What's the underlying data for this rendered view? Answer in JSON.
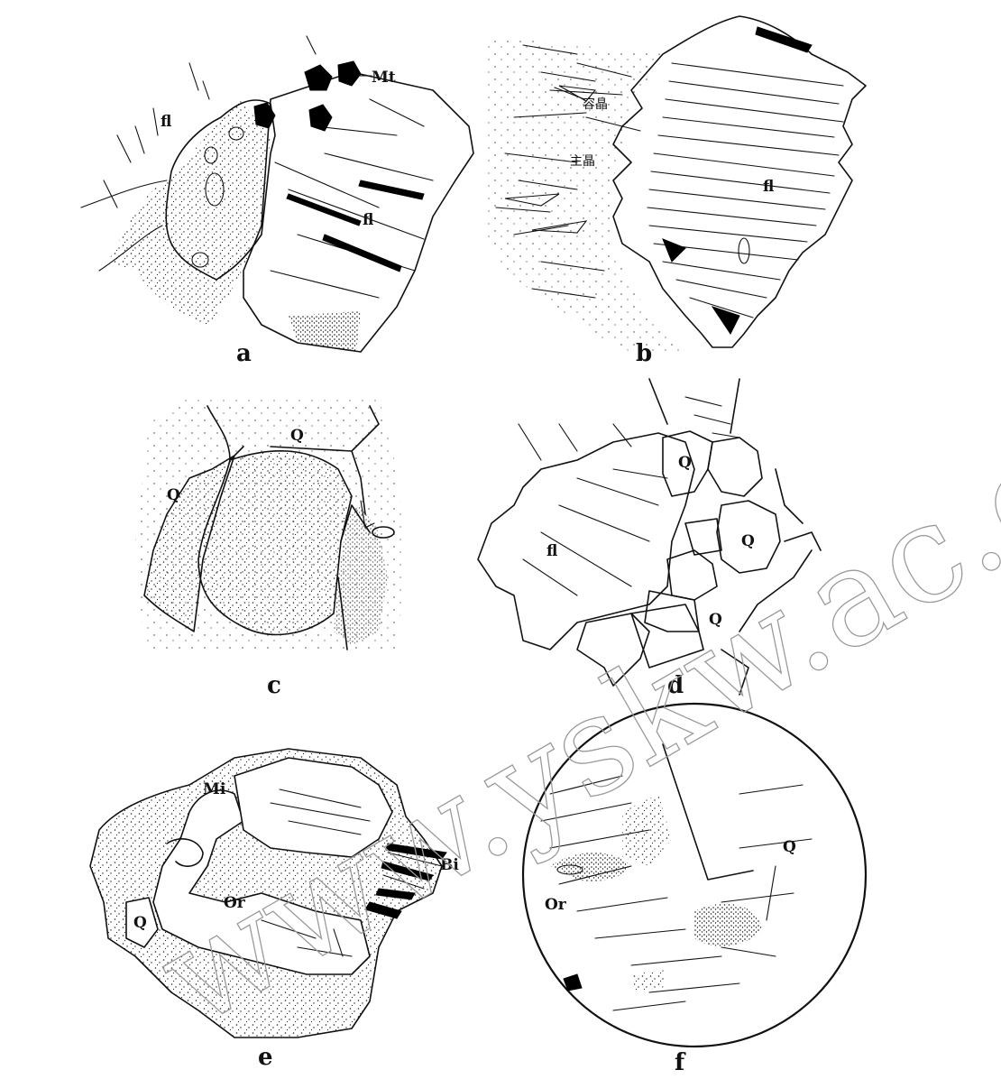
{
  "panels": {
    "a": {
      "label": "a",
      "mineral_labels": {
        "fl1": "fl",
        "fl2": "fl",
        "mt": "Mt"
      }
    },
    "b": {
      "label": "b",
      "mineral_labels": {
        "guest": "容晶",
        "host": "主晶",
        "fl": "fl"
      }
    },
    "c": {
      "label": "c",
      "mineral_labels": {
        "q1": "Q",
        "q2": "Q"
      }
    },
    "d": {
      "label": "d",
      "mineral_labels": {
        "fl": "fl",
        "q1": "Q",
        "q2": "Q",
        "q3": "Q"
      }
    },
    "e": {
      "label": "e",
      "mineral_labels": {
        "mi": "Mi",
        "bi": "Bi",
        "or": "Or",
        "q": "Q"
      }
    },
    "f": {
      "label": "f",
      "mineral_labels": {
        "or": "Or",
        "q": "Q"
      }
    }
  },
  "watermark": {
    "text": "www.yskw.ac.cn"
  },
  "colors": {
    "ink": "#111111",
    "watermark": "#9a9a9a",
    "background": "#ffffff"
  }
}
